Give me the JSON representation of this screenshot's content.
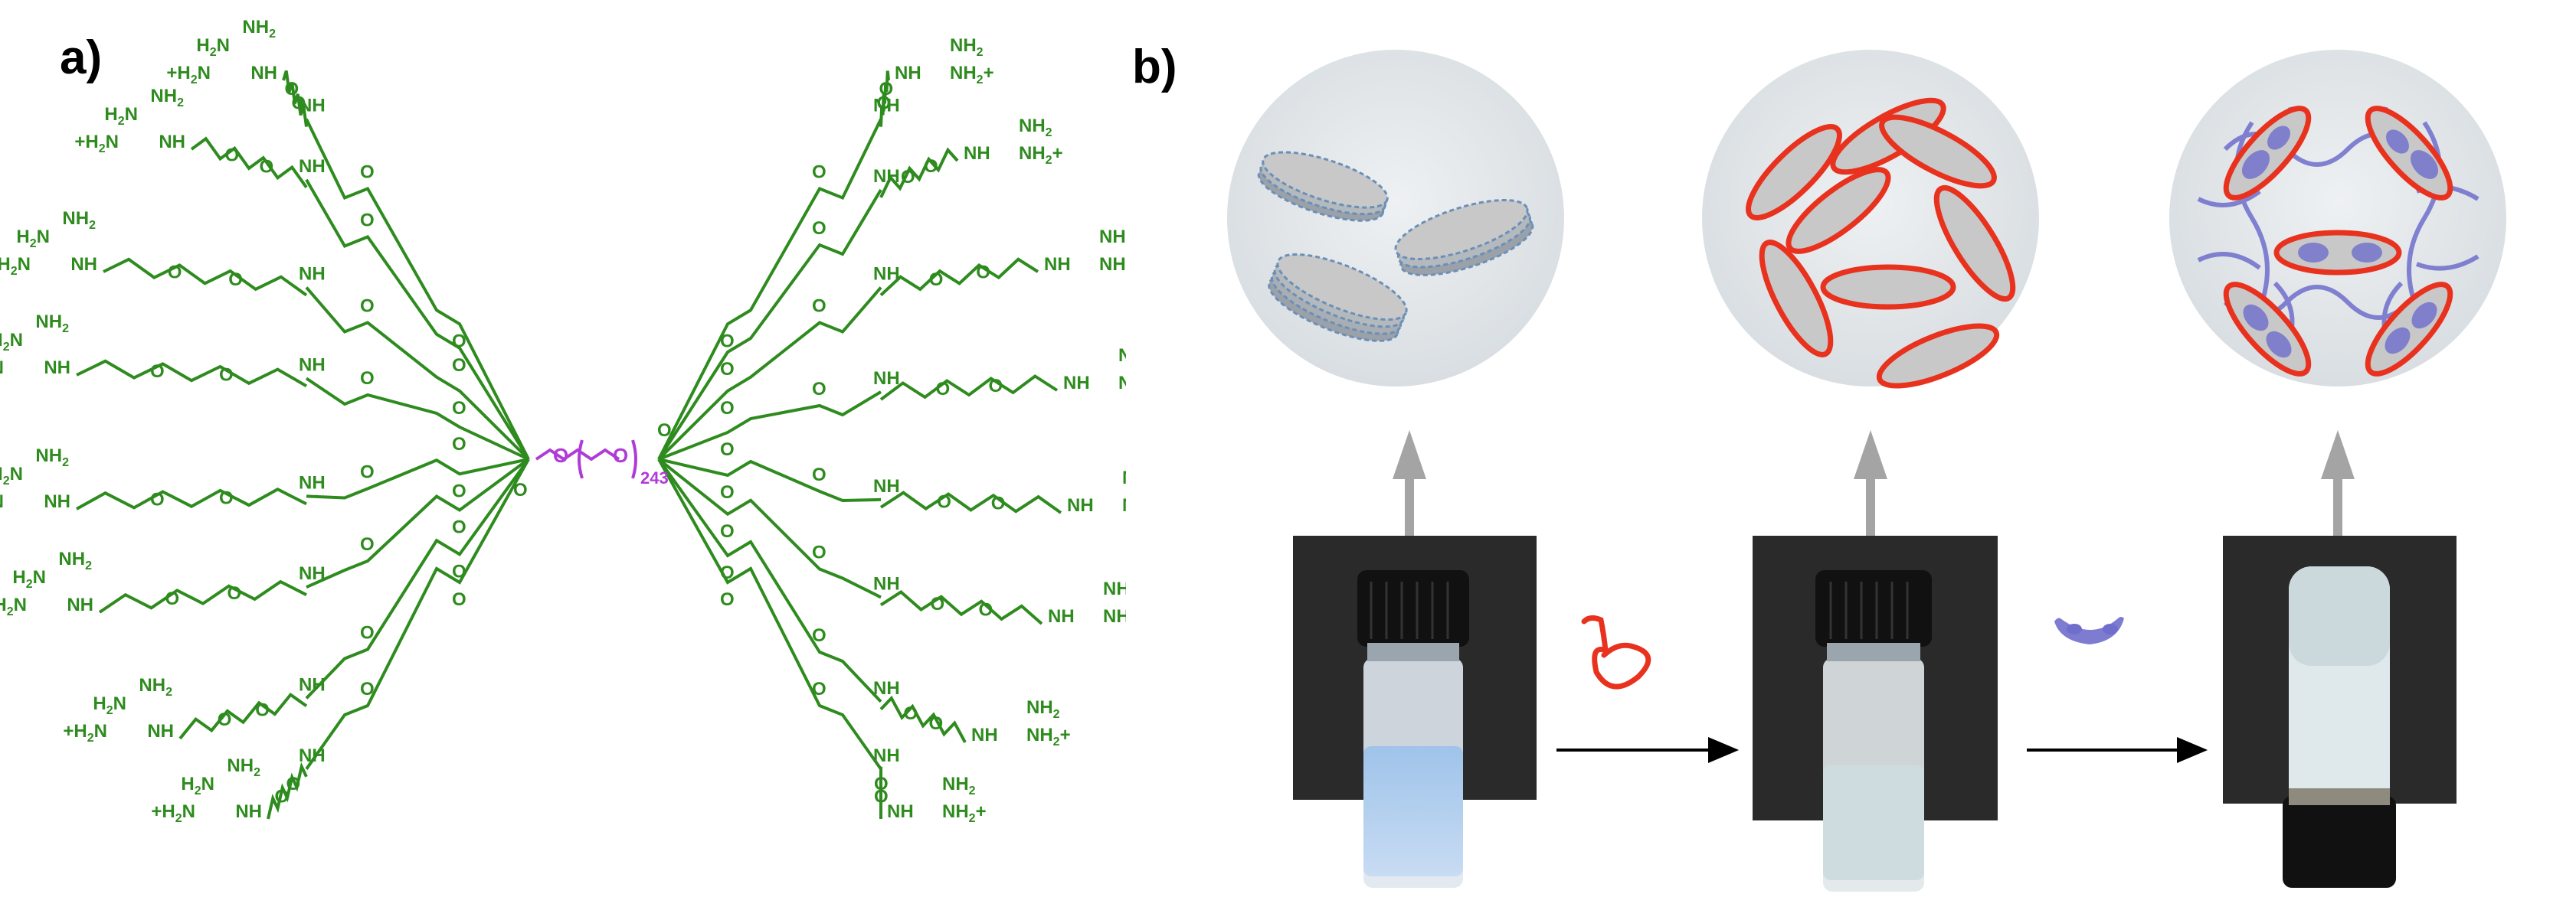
{
  "panel_a": {
    "label": "a)",
    "core_subscript": "243",
    "atoms": {
      "oxygen": "O",
      "nh": "NH",
      "h": "H",
      "nh2": "NH",
      "nh2_plus": "NH",
      "plus_h2n": "+H",
      "h2n": "H"
    },
    "subscripts": {
      "two": "2"
    },
    "colors": {
      "dendron": "#2e8b1e",
      "peg": "#b03bd6"
    }
  },
  "panel_b": {
    "label": "b)",
    "colors": {
      "sheet_fill": "#c8c8c8",
      "sheet_outline": "#6a8fb8",
      "coated_outline": "#e8321e",
      "crosslinker": "#6f6ecc",
      "circle_bg": "#e3e7ea",
      "arrow_up": "#a4a4a4",
      "photo_bg": "#2a2a2a"
    },
    "icons": [
      "polymer-strand-icon",
      "crosslinker-icon"
    ]
  }
}
